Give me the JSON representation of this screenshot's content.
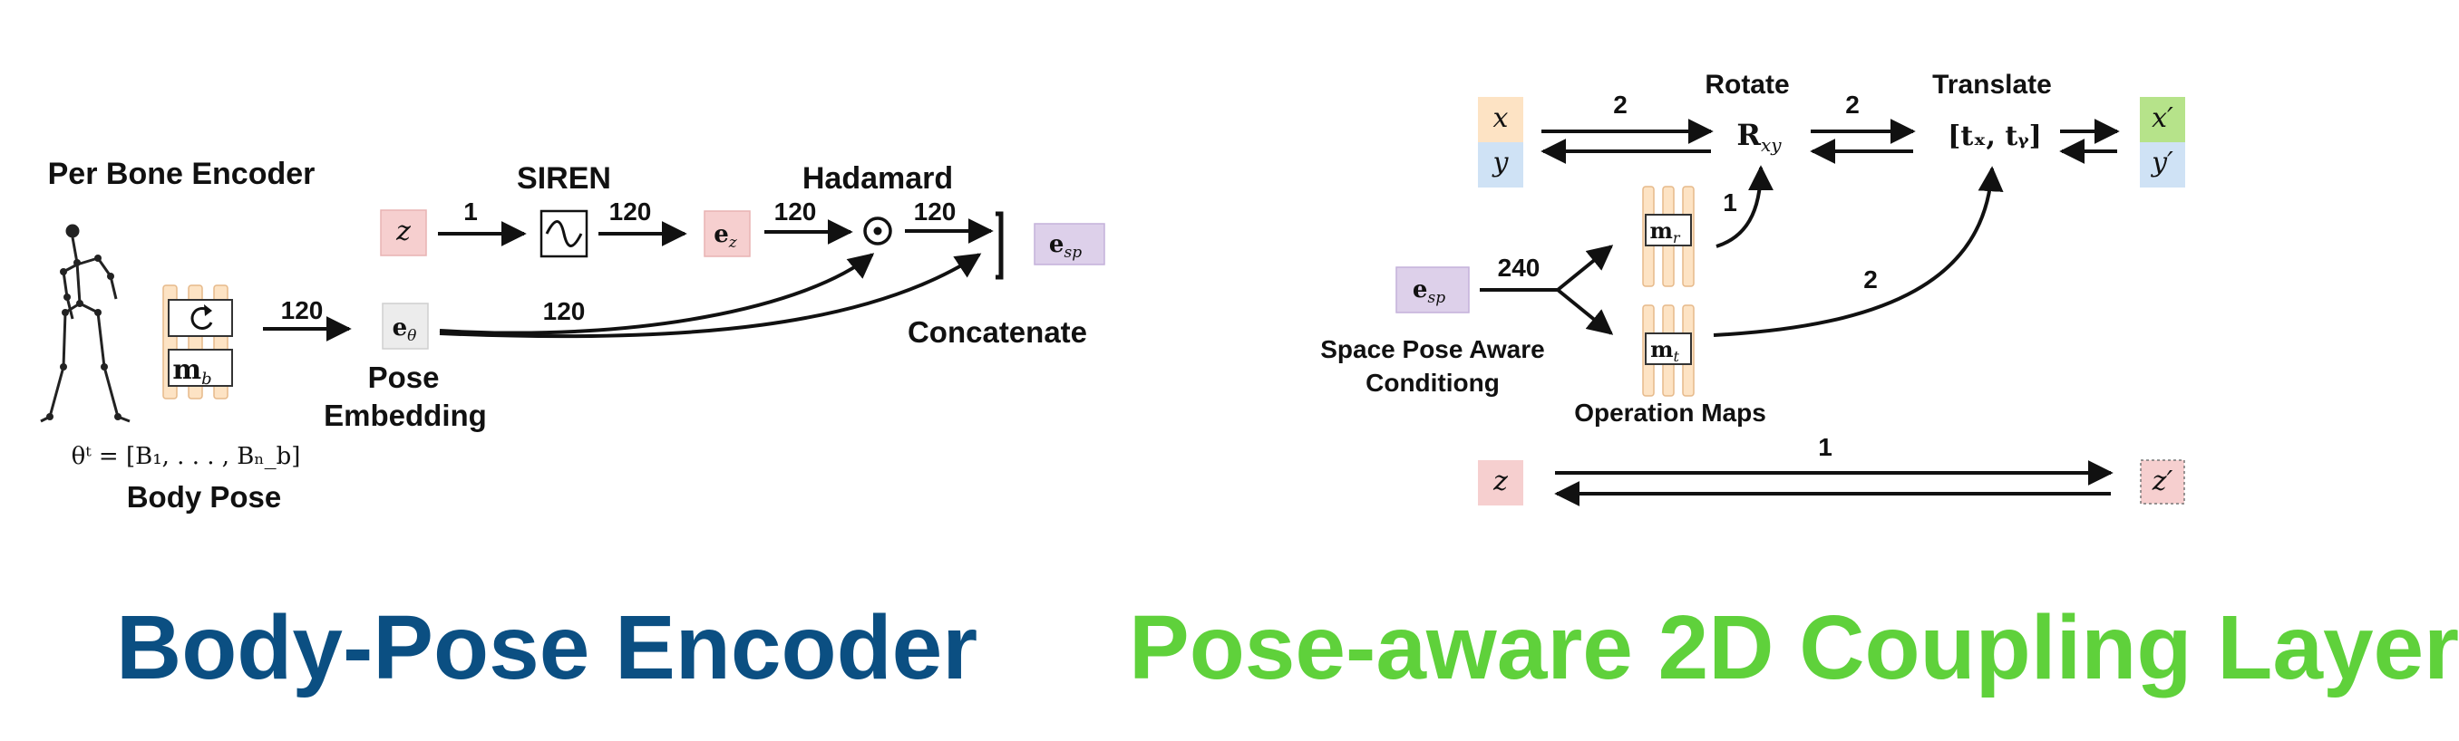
{
  "left": {
    "per_bone_encoder": "Per Bone Encoder",
    "body_pose_formula": "θᵗ = [B₁, . . . , Bₙ_b]",
    "body_pose": "Body Pose",
    "pose_embedding_line1": "Pose",
    "pose_embedding_line2": "Embedding",
    "siren": "SIREN",
    "hadamard": "Hadamard",
    "concatenate": "Concatenate",
    "z": "z",
    "e_z": "e",
    "e_z_sub": "z",
    "e_theta": "e",
    "e_theta_sub": "θ",
    "e_sp": "e",
    "e_sp_sub": "sp",
    "m_b": "m",
    "m_b_sub": "b",
    "num_1": "1",
    "num_120_a": "120",
    "num_120_b": "120",
    "num_120_c": "120",
    "num_120_d": "120",
    "num_120_e": "120"
  },
  "right": {
    "x": "x",
    "y": "y",
    "rotate": "Rotate",
    "r_xy": "R",
    "r_xy_sub": "xy",
    "translate": "Translate",
    "t_vec": "[tₓ, tᵧ]",
    "x_prime": "x′",
    "y_prime": "y′",
    "e_sp": "e",
    "e_sp_sub": "sp",
    "conditioning_line1": "Space Pose Aware",
    "conditioning_line2": "Conditiong",
    "operation_maps": "Operation Maps",
    "m_r": "m",
    "m_r_sub": "r",
    "m_t": "m",
    "m_t_sub": "t",
    "z": "z",
    "z_prime": "z′",
    "num_2_a": "2",
    "num_2_b": "2",
    "num_2_c": "2",
    "num_1_a": "1",
    "num_1_b": "1",
    "num_240": "240"
  },
  "titles": {
    "left": "Body-Pose Encoder",
    "right": "Pose-aware 2D Coupling Layer"
  },
  "colors": {
    "left_title": "#0b4f82",
    "right_title": "#5fd13b",
    "pink": "#f6cfcf",
    "orange": "#fde3c4",
    "blue": "#cfe2f5",
    "green": "#b6e38a",
    "purple": "#ddd0ea",
    "gray": "#ececec"
  }
}
